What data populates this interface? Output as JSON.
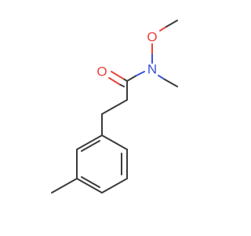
{
  "molecule": {
    "atoms": {
      "o_carbonyl": "O",
      "n_amide": "N",
      "o_methoxy": "O"
    },
    "colors": {
      "bond": "#3a3a3a",
      "oxygen": "#e8453c",
      "nitrogen": "#3a53d8"
    }
  }
}
